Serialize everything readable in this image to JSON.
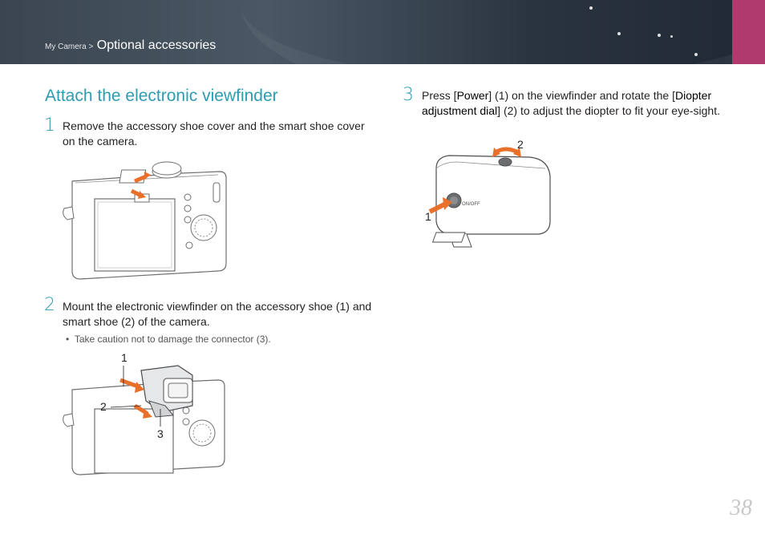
{
  "header": {
    "breadcrumb_prefix": "My Camera >",
    "breadcrumb_section": "Optional accessories"
  },
  "section": {
    "title": "Attach the electronic viewfinder"
  },
  "steps": [
    {
      "number": "1",
      "text": "Remove the accessory shoe cover and the smart shoe cover on the camera."
    },
    {
      "number": "2",
      "text": "Mount the electronic viewfinder on the accessory shoe (1) and smart shoe (2) of the camera.",
      "bullet": "Take caution not to damage the connector (3)."
    },
    {
      "number": "3",
      "text_before_power": "Press [",
      "power": "Power",
      "text_after_power": "] (1) on the viewfinder and rotate the [",
      "dial": "Diopter adjustment dial",
      "text_end": "] (2) to adjust the diopter to fit your eye-sight."
    }
  ],
  "figure2_callouts": [
    "1",
    "2",
    "3"
  ],
  "figure3_callouts": [
    "1",
    "2"
  ],
  "figure3_button_label": "ON/OFF",
  "page_number": "38",
  "colors": {
    "accent": "#2e9bb1",
    "arrow": "#e8702a",
    "header_tab": "#b03a6e"
  }
}
